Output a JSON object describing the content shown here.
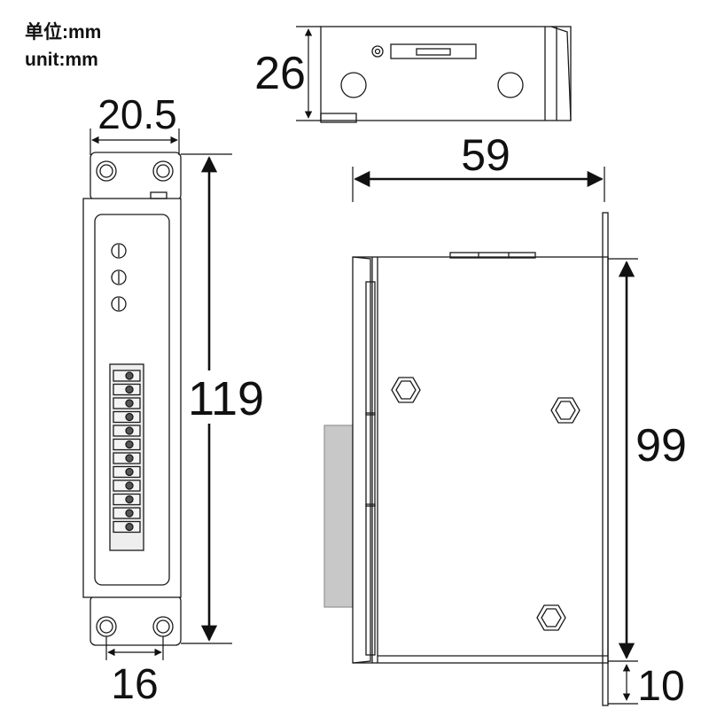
{
  "units": {
    "line1": "单位:mm",
    "line2": "unit:mm"
  },
  "dimensions": {
    "front_width": "20.5",
    "front_height": "119",
    "mount_hole_spacing": "16",
    "top_depth": "26",
    "side_width": "59",
    "side_body_height": "99",
    "side_tab": "10"
  },
  "colors": {
    "line": "#1a1a1a",
    "terminal_fill": "#eeeeee",
    "din_rail": "#c8c8c8"
  }
}
